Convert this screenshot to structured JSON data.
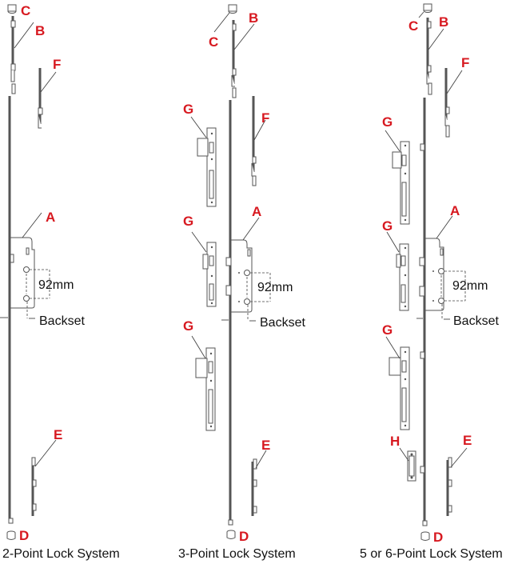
{
  "colors": {
    "label_red": "#d71920",
    "line": "#555555",
    "text": "#111111",
    "background": "#ffffff"
  },
  "panels": [
    {
      "caption": "2-Point Lock System",
      "labels": {
        "A": "A",
        "B": "B",
        "C": "C",
        "D": "D",
        "E": "E",
        "F": "F"
      },
      "dimension": "92mm",
      "backset": "Backset"
    },
    {
      "caption": "3-Point Lock System",
      "labels": {
        "A": "A",
        "B": "B",
        "C": "C",
        "D": "D",
        "E": "E",
        "F": "F",
        "G1": "G",
        "G2": "G",
        "G3": "G"
      },
      "dimension": "92mm",
      "backset": "Backset"
    },
    {
      "caption": "5 or 6-Point Lock System",
      "labels": {
        "A": "A",
        "B": "B",
        "C": "C",
        "D": "D",
        "E": "E",
        "F": "F",
        "G1": "G",
        "G2": "G",
        "G3": "G",
        "H": "H"
      },
      "dimension": "92mm",
      "backset": "Backset"
    }
  ]
}
